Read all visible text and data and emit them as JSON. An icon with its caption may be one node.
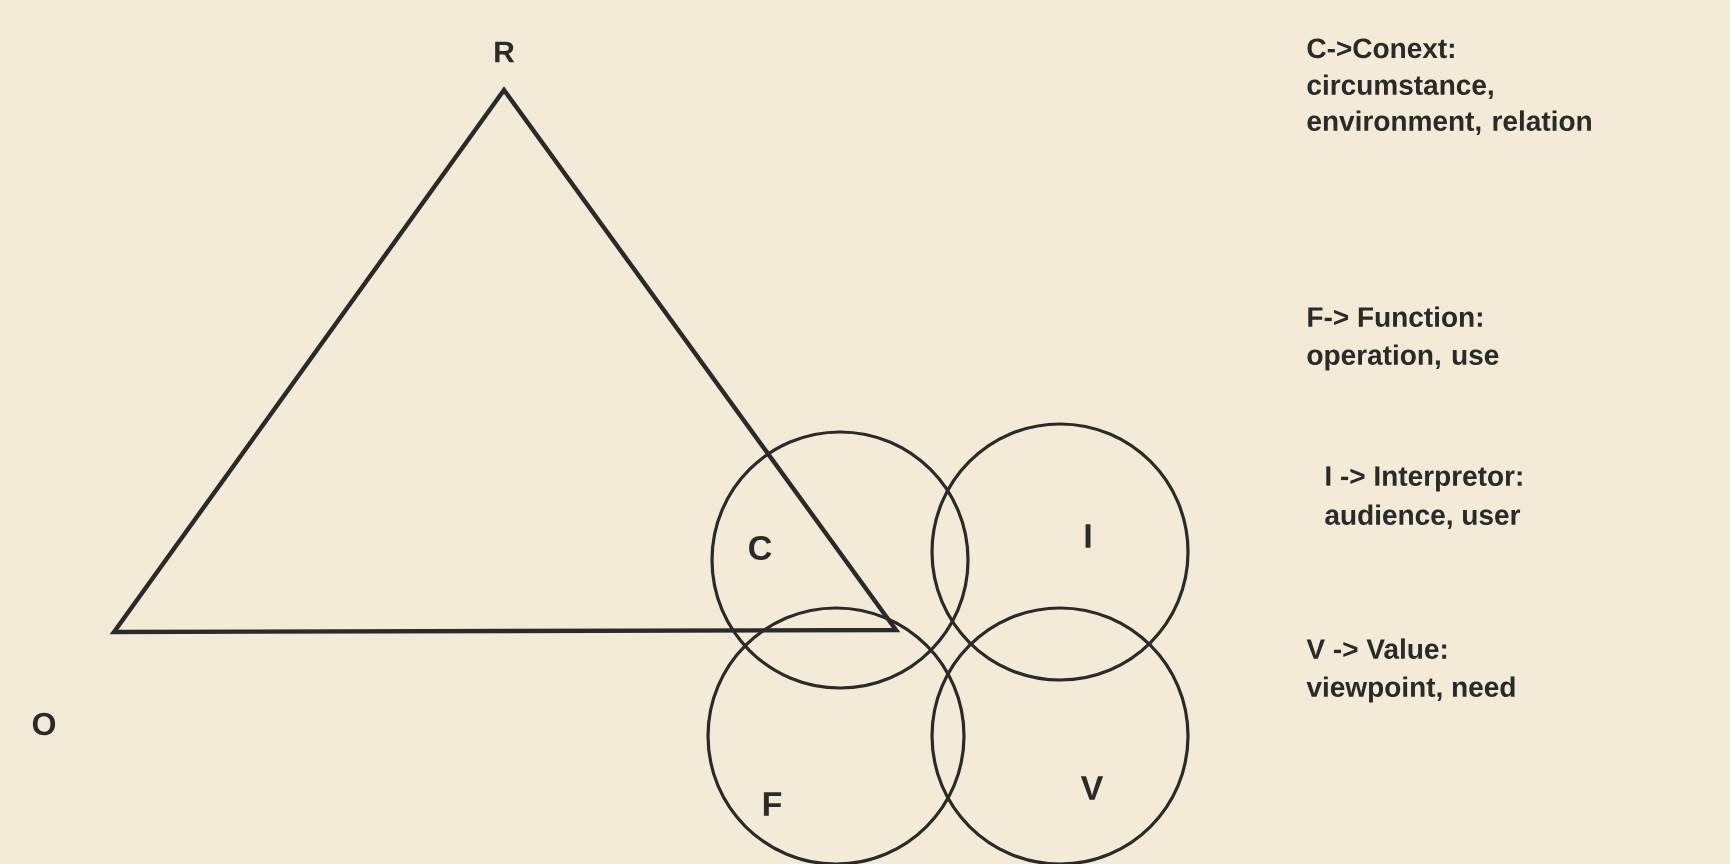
{
  "diagram": {
    "nodes": [
      {
        "text": [
          "C"
        ]
      },
      {
        "text": [
          "I"
        ]
      },
      {
        "text": [
          "F"
        ]
      },
      {
        "text": [
          "V"
        ]
      }
    ],
    "edges": [],
    "labels": [
      "R",
      "O",
      "C->Conext:",
      "circumstance, environment, relation",
      "F-> Function:",
      "operation, use",
      "I -> Interpretor:",
      "audience, user",
      "V -> Value:",
      "viewpoint, need"
    ]
  }
}
